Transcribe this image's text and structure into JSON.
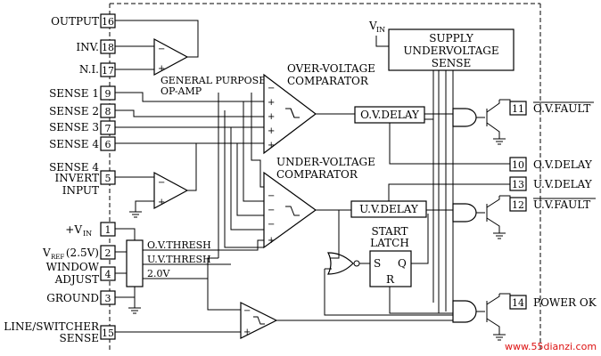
{
  "pins": [
    {
      "name": "OUTPUT",
      "num": "16"
    },
    {
      "name": "INV.",
      "num": "18"
    },
    {
      "name": "N.I.",
      "num": "17"
    },
    {
      "name": "SENSE 1",
      "num": "9"
    },
    {
      "name": "SENSE 2",
      "num": "8"
    },
    {
      "name": "SENSE 3",
      "num": "7"
    },
    {
      "name": "SENSE 4",
      "num": "6"
    },
    {
      "name": "SENSE 4",
      "num": "5"
    },
    {
      "name": "+V",
      "num": "1"
    },
    {
      "name": "V",
      "num": "2"
    },
    {
      "name": "WINDOW",
      "num": "4"
    },
    {
      "name": "GROUND",
      "num": "3"
    },
    {
      "name": "LINE/SWITCHER",
      "num": "15"
    }
  ],
  "pin_extra": {
    "sense4_line2": "INVERT",
    "sense4_line3": "INPUT",
    "vin_sub": "IN",
    "vref_sub": "REF",
    "vref_tail": "(2.5V)",
    "window_line2": "ADJUST",
    "line_line2": "SENSE"
  },
  "right_pins": [
    {
      "num": "11",
      "name": "O.V.FAULT"
    },
    {
      "num": "10",
      "name": "O.V.DELAY"
    },
    {
      "num": "13",
      "name": "U.V.DELAY"
    },
    {
      "num": "12",
      "name": "U.V.FAULT"
    },
    {
      "num": "14",
      "name": "POWER OK"
    }
  ],
  "blocks": {
    "supply_line1": "SUPPLY",
    "supply_line2": "UNDERVOLTAGE",
    "supply_line3": "SENSE",
    "ov_delay": "O.V.DELAY",
    "uv_delay": "U.V.DELAY",
    "start_line1": "START",
    "start_line2": "LATCH",
    "latch_s": "S",
    "latch_q": "Q",
    "latch_r": "R"
  },
  "labels": {
    "gp_line1": "GENERAL PURPOSE",
    "gp_line2": "OP-AMP",
    "ovc_line1": "OVER-VOLTAGE",
    "ovc_line2": "COMPARATOR",
    "uvc_line1": "UNDER-VOLTAGE",
    "uvc_line2": "COMPARATOR",
    "ov_thresh": "O.V.THRESH",
    "uv_thresh": "U.V.THRESH",
    "v20": "2.0V",
    "vin_top": "V",
    "vin_top_sub": "IN",
    "plus": "+",
    "minus": "−"
  },
  "watermark": "www.55dianzi.com"
}
